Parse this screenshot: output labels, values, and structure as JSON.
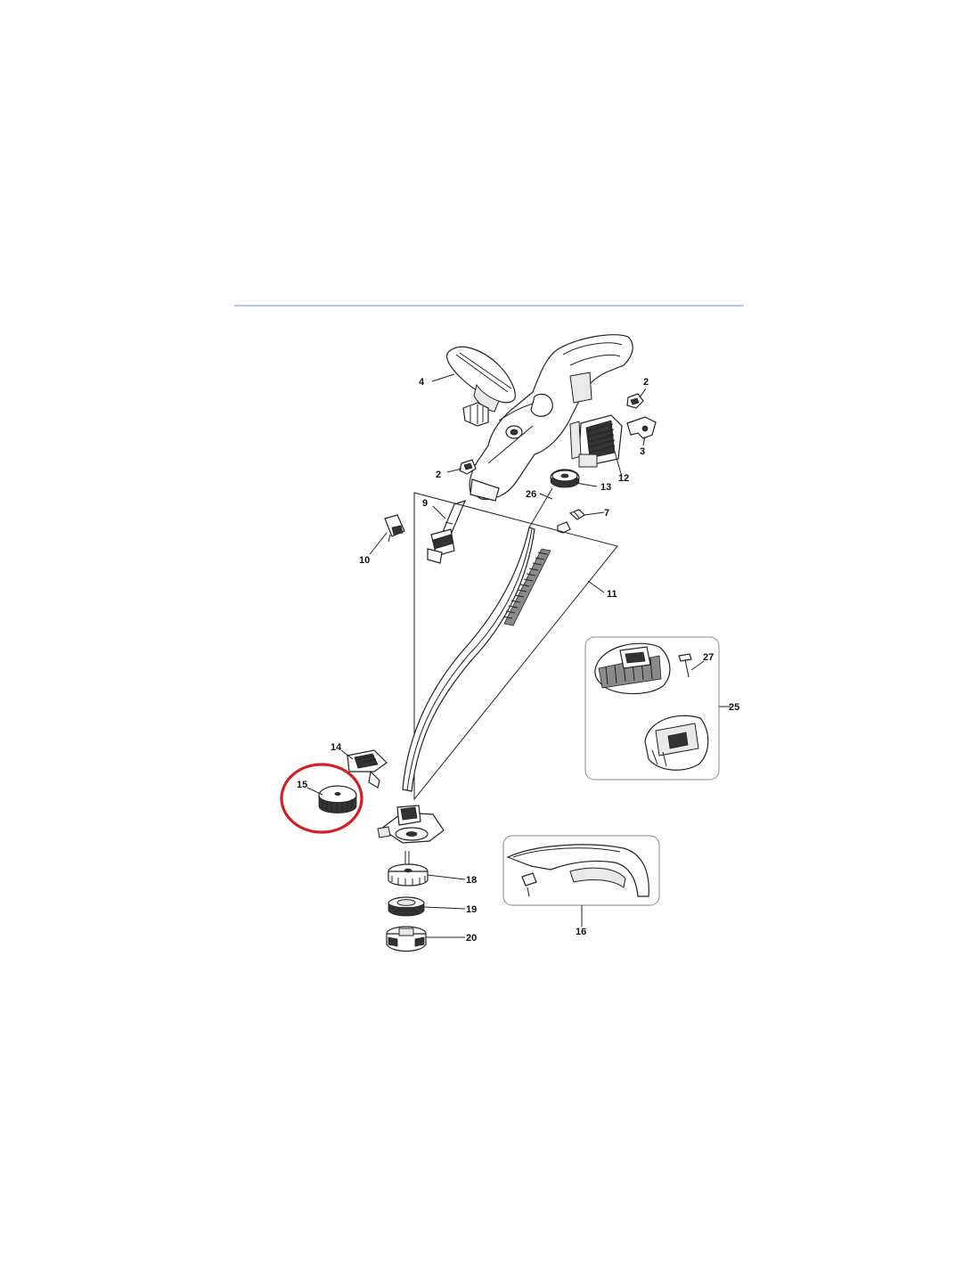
{
  "labels": {
    "l2a": "2",
    "l2b": "2",
    "l3": "3",
    "l4": "4",
    "l7": "7",
    "l9": "9",
    "l10": "10",
    "l11": "11",
    "l12": "12",
    "l13": "13",
    "l14": "14",
    "l15": "15",
    "l16": "16",
    "l18": "18",
    "l19": "19",
    "l20": "20",
    "l25": "25",
    "l26": "26",
    "l27": "27"
  },
  "colors": {
    "divider": "#b9c8d8",
    "highlight_circle": "#d0202a",
    "line_art": "#222222"
  },
  "highlighted_part": "15"
}
